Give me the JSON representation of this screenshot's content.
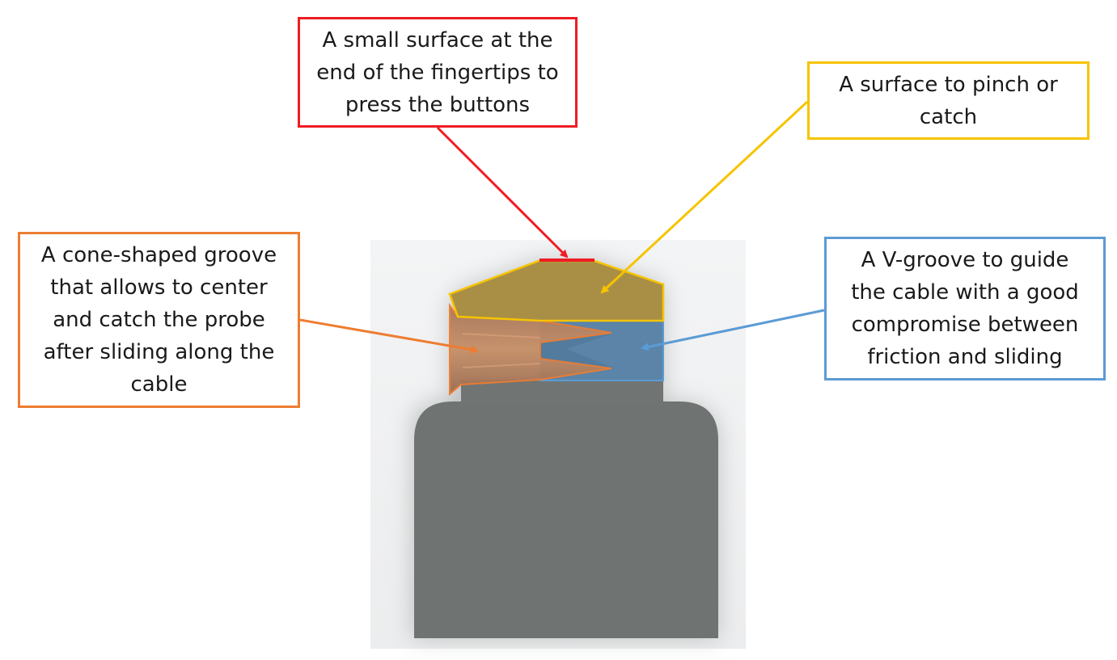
{
  "colors": {
    "red": "#ee1c24",
    "yellow": "#f5c400",
    "orange": "#ed7d31",
    "blue": "#5b9bd5",
    "part_gray": "#6f7372"
  },
  "callouts": {
    "red": {
      "lines": [
        "A small surface at the",
        "end of the fingertips to",
        "press the buttons"
      ],
      "points_to": "fingertip-press-surface"
    },
    "yellow": {
      "lines": [
        "A surface to pinch or",
        "catch"
      ],
      "points_to": "pinch-catch-surface"
    },
    "orange": {
      "lines": [
        "A cone-shaped groove",
        "that allows to center",
        "and catch the probe",
        "after sliding along the",
        "cable"
      ],
      "points_to": "cone-shaped-groove"
    },
    "blue": {
      "lines": [
        "A V-groove to guide",
        "the cable with a good",
        "compromise between",
        "friction and sliding"
      ],
      "points_to": "v-groove"
    }
  }
}
